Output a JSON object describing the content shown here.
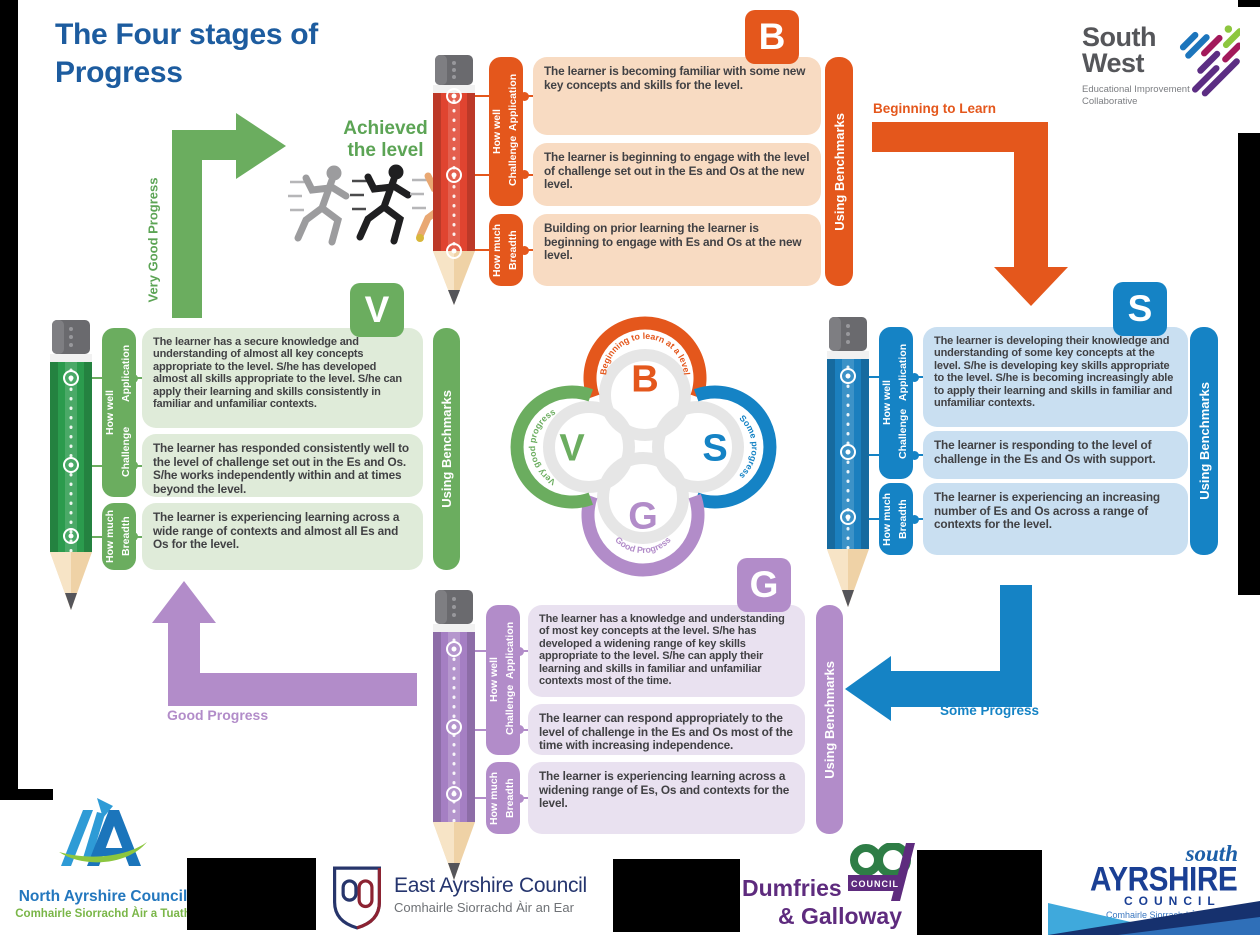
{
  "title": {
    "line1": "The Four stages of",
    "line2": "Progress"
  },
  "achieved": {
    "line1": "Achieved",
    "line2": "the level"
  },
  "flow": {
    "beginning": "Beginning to Learn",
    "some": "Some Progress",
    "good": "Good Progress",
    "very_good": "Very Good Progress"
  },
  "tab_labels": {
    "application": "Application",
    "challenge": "Challenge",
    "breadth": "Breadth",
    "how_well": "How well",
    "how_much": "How much"
  },
  "benchmarks_label": "Using Benchmarks",
  "palette": {
    "orange": "#E4571C",
    "blue": "#1583C5",
    "green": "#6BAD5F",
    "purple": "#B28CC9",
    "title_blue": "#1D5C9F"
  },
  "stages": [
    {
      "id": "b",
      "letter": "B",
      "color": "#E4571C",
      "boxes": [
        "The learner is becoming familiar with some new key concepts and skills for the level.",
        "The learner is beginning to engage with the level of challenge set out in the Es and Os at the new level.",
        "Building on prior learning the learner is beginning to engage with Es and Os at the new level."
      ]
    },
    {
      "id": "s",
      "letter": "S",
      "color": "#1583C5",
      "boxes": [
        "The learner is developing their knowledge and understanding of some key concepts at the level. S/he is developing key skills appropriate to the level. S/he is becoming increasingly able to apply their learning and skills in familiar and unfamiliar contexts.",
        "The learner is responding to the level of challenge in the Es and Os with support.",
        "The learner is experiencing an increasing number of Es and Os across a range of contexts for the level."
      ]
    },
    {
      "id": "g",
      "letter": "G",
      "color": "#B28CC9",
      "boxes": [
        "The learner has a knowledge and understanding of most key concepts at the level. S/he has developed a widening range of key skills appropriate to the level. S/he can apply their learning and skills in familiar and unfamiliar contexts most of the time.",
        "The learner can respond appropriately to the level of challenge in the Es and Os most of the time with increasing independence.",
        "The learner is experiencing learning across a widening range of Es, Os and contexts for the level."
      ]
    },
    {
      "id": "v",
      "letter": "V",
      "color": "#6BAD5F",
      "boxes": [
        "The learner has a secure knowledge and understanding of almost all key concepts appropriate to the level. S/he has developed almost all skills appropriate to the level. S/he can apply their learning and skills consistently in familiar and unfamiliar contexts.",
        "The learner has responded consistently well to the level of challenge set out in the Es and Os. S/he works independently within and at times beyond the level.",
        "The learner is experiencing learning across a wide range of contexts and almost all Es and Os for the level."
      ]
    }
  ],
  "center": {
    "b": {
      "letter": "B",
      "label": "Beginning to learn at a level"
    },
    "s": {
      "letter": "S",
      "label": "Some progress"
    },
    "g": {
      "letter": "G",
      "label": "Good Progress"
    },
    "v": {
      "letter": "V",
      "label": "Very good progress"
    }
  },
  "logos": {
    "south_west": {
      "line1": "South",
      "line2": "West",
      "sub1": "Educational Improvement",
      "sub2": "Collaborative"
    },
    "north_ayrshire": {
      "name": "North Ayrshire Council",
      "gaelic": "Comhairle Siorrachd Àir a Tuath"
    },
    "east_ayrshire": {
      "name": "East Ayrshire Council",
      "gaelic": "Comhairle Siorrachd Àir an Ear"
    },
    "dumfries_galloway": {
      "line1": "Dumfries",
      "line2": "& Galloway",
      "badge": "COUNCIL"
    },
    "south_ayrshire": {
      "script": "south",
      "name": "AYRSHIRE",
      "council": "COUNCIL",
      "gaelic": "Comhairle Siorrachd Àir a Deas"
    }
  }
}
